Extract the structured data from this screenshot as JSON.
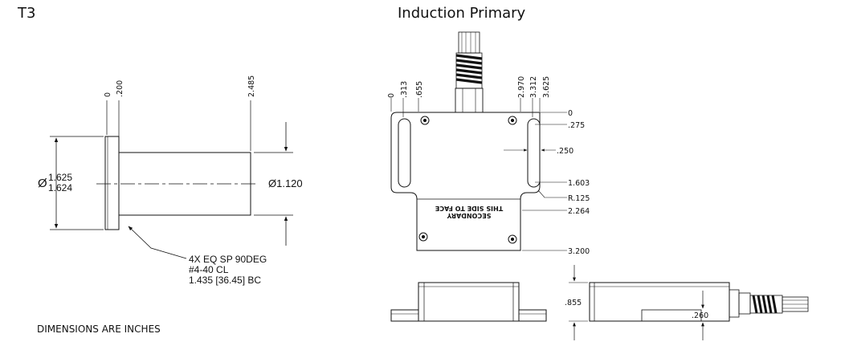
{
  "titles": {
    "left": "T3",
    "right": "Induction Primary"
  },
  "note": "DIMENSIONS ARE INCHES",
  "t3_drawing": {
    "top_dims": [
      "0",
      ".200",
      "2.485"
    ],
    "dia_outer_symbol": "Ø",
    "dia_outer_upper": "1.625",
    "dia_outer_lower": "1.624",
    "dia_inner": "Ø1.120",
    "callout": [
      "4X EQ SP 90DEG",
      "#4-40 CL",
      "1.435 [36.45] BC"
    ]
  },
  "primary_drawing": {
    "top_dims": [
      "0",
      ".313",
      ".655",
      "2.970",
      "3.312",
      "3.625"
    ],
    "right_dims": [
      "0",
      ".275",
      ".250",
      "1.603",
      "R.125",
      "2.264",
      "3.200"
    ],
    "face_text": [
      "THIS SIDE TO FACE",
      "SECONDARY"
    ],
    "side_dims": [
      ".855",
      ".260"
    ]
  }
}
